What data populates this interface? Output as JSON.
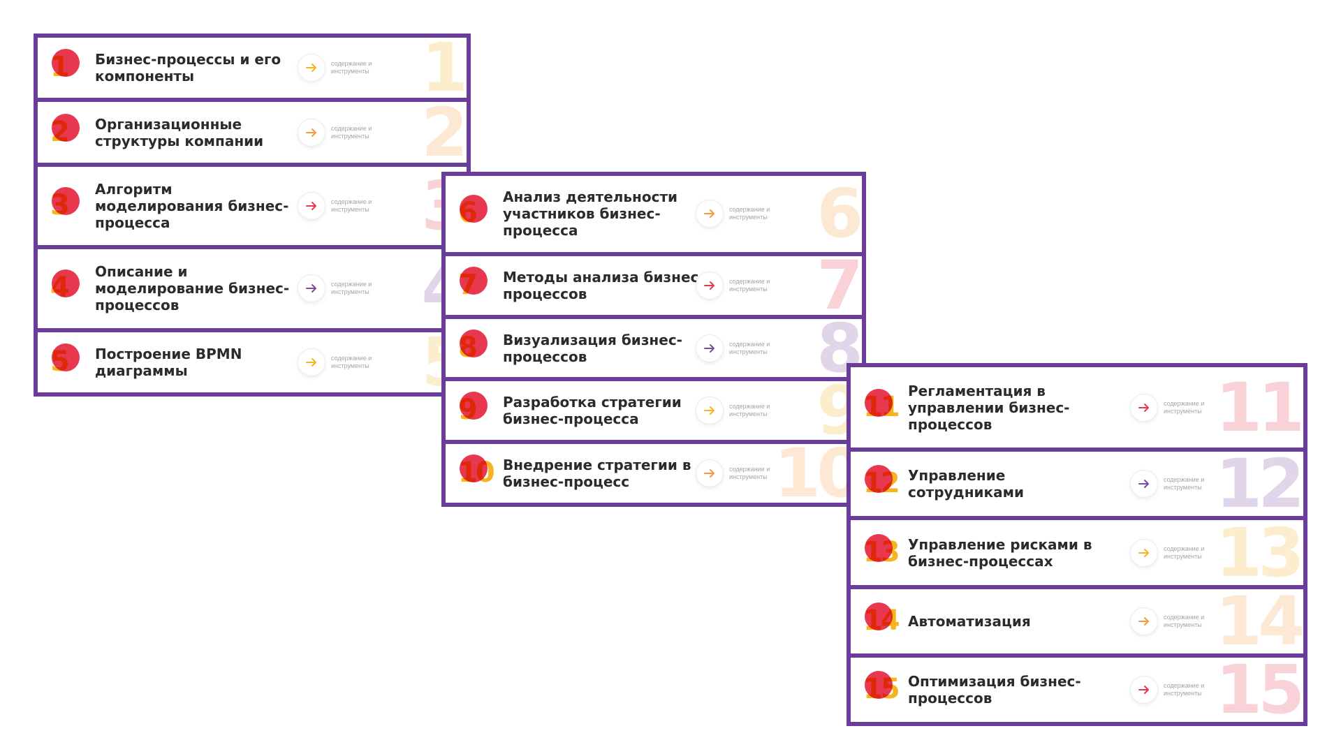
{
  "colors": {
    "frame": "#6a3d9a",
    "dot": "#e8384f",
    "number": "#f6b51e",
    "title": "#2b2b2b",
    "label": "#a4a4a4"
  },
  "panels": [
    {
      "items": [
        {
          "num": "1",
          "title": "Бизнес-процессы и его компоненты",
          "link": "содержание и инструменты",
          "accent": "#f6b51e"
        },
        {
          "num": "2",
          "title": "Организационные структуры компании",
          "link": "содержание и инструменты",
          "accent": "#f39a3a"
        },
        {
          "num": "3",
          "title": "Алгоритм моделирования бизнес-процесса",
          "link": "содержание и инструменты",
          "accent": "#e8384f"
        },
        {
          "num": "4",
          "title": "Описание и моделирование бизнес-процессов",
          "link": "содержание и инструменты",
          "accent": "#7b4a9e"
        },
        {
          "num": "5",
          "title": "Построение BPMN диаграммы",
          "link": "содержание и инструменты",
          "accent": "#f6b51e"
        }
      ]
    },
    {
      "items": [
        {
          "num": "6",
          "title": "Анализ деятельности участников бизнес-процесса",
          "link": "содержание и инструменты",
          "accent": "#f39a3a"
        },
        {
          "num": "7",
          "title": "Методы анализа бизнес-процессов",
          "link": "содержание и инструменты",
          "accent": "#e8384f"
        },
        {
          "num": "8",
          "title": "Визуализация бизнес-процессов",
          "link": "содержание и инструменты",
          "accent": "#7b4a9e"
        },
        {
          "num": "9",
          "title": "Разработка стратегии бизнес-процесса",
          "link": "содержание и инструменты",
          "accent": "#f6b51e"
        },
        {
          "num": "10",
          "title": "Внедрение стратегии в бизнес-процесс",
          "link": "содержание и инструменты",
          "accent": "#f39a3a"
        }
      ]
    },
    {
      "items": [
        {
          "num": "11",
          "title": "Регламентация в управлении бизнес-процессов",
          "link": "содержание и инструменты",
          "accent": "#e8384f"
        },
        {
          "num": "12",
          "title": "Управление сотрудниками",
          "link": "содержание и инструменты",
          "accent": "#7b4a9e"
        },
        {
          "num": "13",
          "title": "Управление рисками в бизнес-процессах",
          "link": "содержание и инструменты",
          "accent": "#f6b51e"
        },
        {
          "num": "14",
          "title": "Автоматизация",
          "link": "содержание и инструменты",
          "accent": "#f39a3a"
        },
        {
          "num": "15",
          "title": "Оптимизация бизнес-процессов",
          "link": "содержание и инструменты",
          "accent": "#e8384f"
        }
      ]
    }
  ]
}
